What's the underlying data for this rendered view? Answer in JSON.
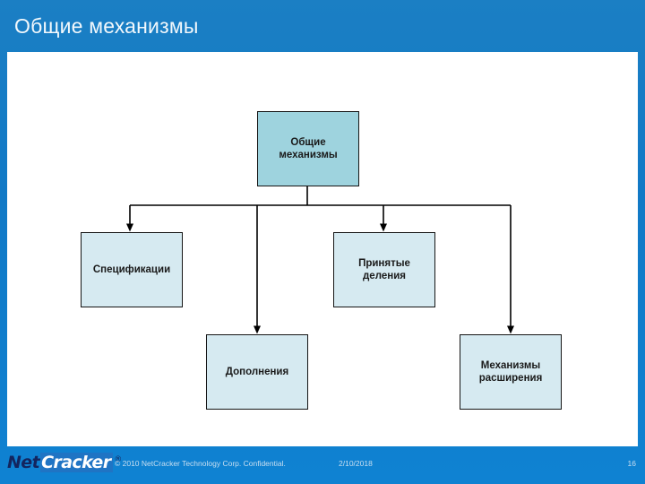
{
  "slide": {
    "title": "Общие механизмы",
    "title_color": "#f2f8fc",
    "header_color": "#1179c6",
    "canvas_color": "#ffffff"
  },
  "diagram": {
    "type": "tree",
    "root_fill": "#9ed3de",
    "child_fill": "#d6eaf1",
    "border_color": "#151515",
    "connector_color": "#000000",
    "nodes": [
      {
        "id": "root",
        "label": "Общие\nмеханизмы",
        "level": 0,
        "fill": "#9ed3de"
      },
      {
        "id": "spec",
        "label": "Спецификации",
        "level": 1,
        "fill": "#d6eaf1"
      },
      {
        "id": "additions",
        "label": "Дополнения",
        "level": 1,
        "fill": "#d6eaf1"
      },
      {
        "id": "divisions",
        "label": "Принятые\nделения",
        "level": 1,
        "fill": "#d6eaf1"
      },
      {
        "id": "extensions",
        "label": "Механизмы\nрасширения",
        "level": 1,
        "fill": "#d6eaf1"
      }
    ],
    "edges": [
      {
        "from": "root",
        "to": "spec"
      },
      {
        "from": "root",
        "to": "additions"
      },
      {
        "from": "root",
        "to": "divisions"
      },
      {
        "from": "root",
        "to": "extensions"
      }
    ]
  },
  "footer": {
    "logo_net": "Net",
    "logo_cracker": "Cracker",
    "logo_registered": "®",
    "copyright": "© 2010 NetCracker Technology Corp. Confidential.",
    "date": "2/10/2018",
    "page_number": "16"
  }
}
